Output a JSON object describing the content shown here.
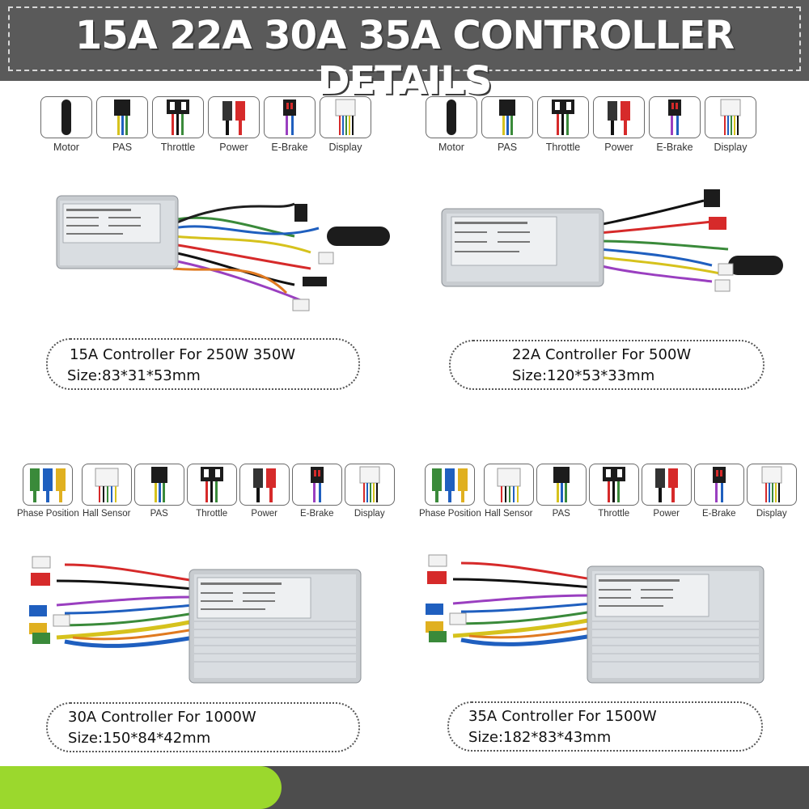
{
  "header": {
    "title": "15A 22A 30A 35A CONTROLLER DETAILS"
  },
  "controllers": [
    {
      "connectors": [
        {
          "label": "Motor",
          "icon": "motor-plug-icon"
        },
        {
          "label": "PAS",
          "icon": "pas-plug-icon"
        },
        {
          "label": "Throttle",
          "icon": "throttle-plug-icon"
        },
        {
          "label": "Power",
          "icon": "power-plug-icon"
        },
        {
          "label": "E-Brake",
          "icon": "ebrake-plug-icon"
        },
        {
          "label": "Display",
          "icon": "display-plug-icon"
        }
      ],
      "title": "15A Controller For 250W 350W",
      "size": "Size:83*31*53mm"
    },
    {
      "connectors": [
        {
          "label": "Motor",
          "icon": "motor-plug-icon"
        },
        {
          "label": "PAS",
          "icon": "pas-plug-icon"
        },
        {
          "label": "Throttle",
          "icon": "throttle-plug-icon"
        },
        {
          "label": "Power",
          "icon": "power-plug-icon"
        },
        {
          "label": "E-Brake",
          "icon": "ebrake-plug-icon"
        },
        {
          "label": "Display",
          "icon": "display-plug-icon"
        }
      ],
      "title": "22A Controller For 500W",
      "size": "Size:120*53*33mm"
    },
    {
      "connectors": [
        {
          "label": "Phase Position",
          "icon": "phase-plug-icon"
        },
        {
          "label": "Hall Sensor",
          "icon": "hall-plug-icon"
        },
        {
          "label": "PAS",
          "icon": "pas-plug-icon"
        },
        {
          "label": "Throttle",
          "icon": "throttle-plug-icon"
        },
        {
          "label": "Power",
          "icon": "power-plug-icon"
        },
        {
          "label": "E-Brake",
          "icon": "ebrake-plug-icon"
        },
        {
          "label": "Display",
          "icon": "display-plug-icon"
        }
      ],
      "title": "30A Controller For 1000W",
      "size": "Size:150*84*42mm"
    },
    {
      "connectors": [
        {
          "label": "Phase Position",
          "icon": "phase-plug-icon"
        },
        {
          "label": "Hall Sensor",
          "icon": "hall-plug-icon"
        },
        {
          "label": "PAS",
          "icon": "pas-plug-icon"
        },
        {
          "label": "Throttle",
          "icon": "throttle-plug-icon"
        },
        {
          "label": "Power",
          "icon": "power-plug-icon"
        },
        {
          "label": "E-Brake",
          "icon": "ebrake-plug-icon"
        },
        {
          "label": "Display",
          "icon": "display-plug-icon"
        }
      ],
      "title": "35A Controller For 1500W",
      "size": "Size:182*83*43mm"
    }
  ],
  "colors": {
    "header_bg": "#5a5a5a",
    "footer_bg": "#4d4d4d",
    "accent_green": "#9bd82d"
  }
}
